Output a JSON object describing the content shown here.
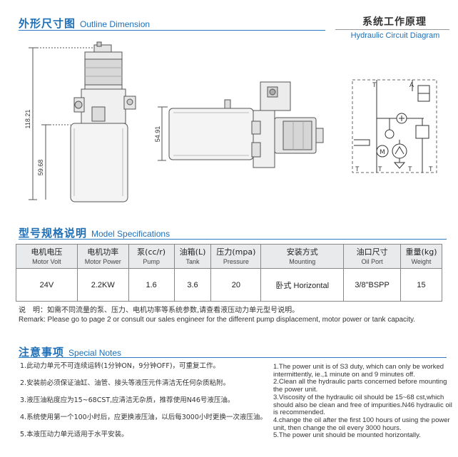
{
  "outline": {
    "title_cn": "外形尺寸图",
    "title_en": "Outline Dimension",
    "dim_total": "118.21",
    "dim_tank": "59.68",
    "dim_side": "54.91"
  },
  "hydraulic": {
    "title_cn": "系统工作原理",
    "title_en": "Hydraulic Circuit Diagram",
    "port_t_top": "T",
    "port_a": "A",
    "port_t_bottom_1": "T",
    "port_t_bottom_2": "T",
    "port_t_bottom_3": "T",
    "port_t_bottom_4": "T"
  },
  "specs": {
    "title_cn": "型号规格说明",
    "title_en": "Model Specifications",
    "columns": [
      {
        "cn": "电机电压",
        "en": "Motor Volt"
      },
      {
        "cn": "电机功率",
        "en": "Motor Power"
      },
      {
        "cn": "泵(cc/r)",
        "en": "Pump"
      },
      {
        "cn": "油箱(L)",
        "en": "Tank"
      },
      {
        "cn": "压力(mpa)",
        "en": "Pressure"
      },
      {
        "cn": "安装方式",
        "en": "Mounting"
      },
      {
        "cn": "油口尺寸",
        "en": "Oil Port"
      },
      {
        "cn": "重量(kg)",
        "en": "Weight"
      }
    ],
    "row": [
      "24V",
      "2.2KW",
      "1.6",
      "3.6",
      "20",
      "卧式 Horizontal",
      "3/8\"BSPP",
      "15"
    ]
  },
  "remark": {
    "cn": "说　明：如需不同流量的泵、压力、电机功率等系统参数,请查看液压动力单元型号说明。",
    "en": "Remark: Please go to page 2 or consult our sales engineer for the different pump displacement, motor power or tank capacity."
  },
  "notes": {
    "title_cn": "注意事项",
    "title_en": "Special Notes",
    "cn": [
      "1.此动力单元不可连续运转(1分钟ON，9分钟OFF)，可重复工作。",
      "2.安装前必须保证油缸、油管、接头等液压元件清洁无任何杂质粘附。",
      "3.液压油粘度应为15~68CST,应清洁无杂质，推荐使用N46号液压油。",
      "4.系统使用第一个100小时后，应更换液压油，以后每3000小时更换一次液压油。",
      "5.本液压动力单元适用于水平安装。"
    ],
    "en": [
      "1.The power unit is of S3 duty, which can only be worked intermittently, ie.,1 minute on and 9 minutes off.",
      "2.Clean all the hydraulic parts concerned before mounting the power unit.",
      "3.Viscosity of the hydraulic oil should be 15~68 cst,which should also be clean and free of impurities.N46 hydraulic oil is recommended.",
      "4.change the oil after the first 100 hours of using the power unit, then change the oil every 3000 hours.",
      "5.The power unit should be mounted horizontally."
    ]
  },
  "colors": {
    "accent": "#1d6fb8",
    "header_bg": "#e9eaeb",
    "line": "#2a7bc0"
  }
}
